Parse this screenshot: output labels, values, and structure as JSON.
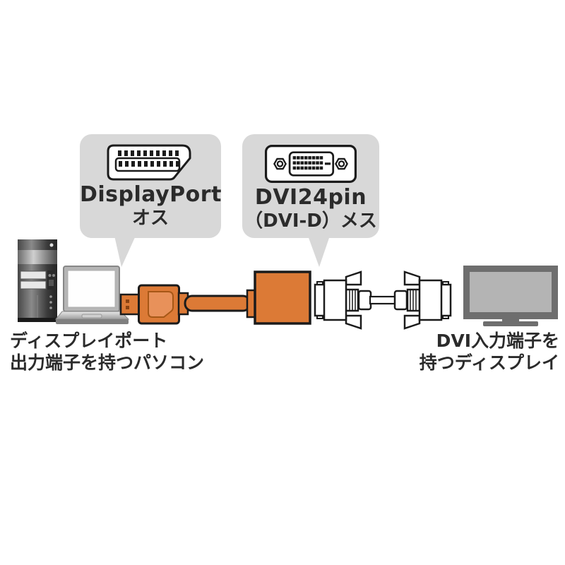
{
  "callouts": [
    {
      "icon": "displayport-connector-icon",
      "line1": "DisplayPort",
      "line2": "オス"
    },
    {
      "icon": "dvi-connector-icon",
      "line1": "DVI24pin",
      "line2": "（DVI-D）メス"
    }
  ],
  "labels": {
    "source_device": {
      "line1": "ディスプレイポート",
      "line2": "出力端子を持つパソコン"
    },
    "sink_device": {
      "line1": "DVI入力端子を",
      "line2": "持つディスプレイ"
    }
  },
  "icons": {
    "callout_1": "displayport-connector-icon",
    "callout_2": "dvi-connector-icon"
  },
  "colors": {
    "background": "#ffffff",
    "callout_bubble": "#d8d8d8",
    "adapter_orange": "#dc7a36",
    "outline_black": "#1b1b1b",
    "label_text": "#2b2b2b",
    "monitor_frame": "#6e6e6e",
    "monitor_screen": "#b4b4b4"
  }
}
